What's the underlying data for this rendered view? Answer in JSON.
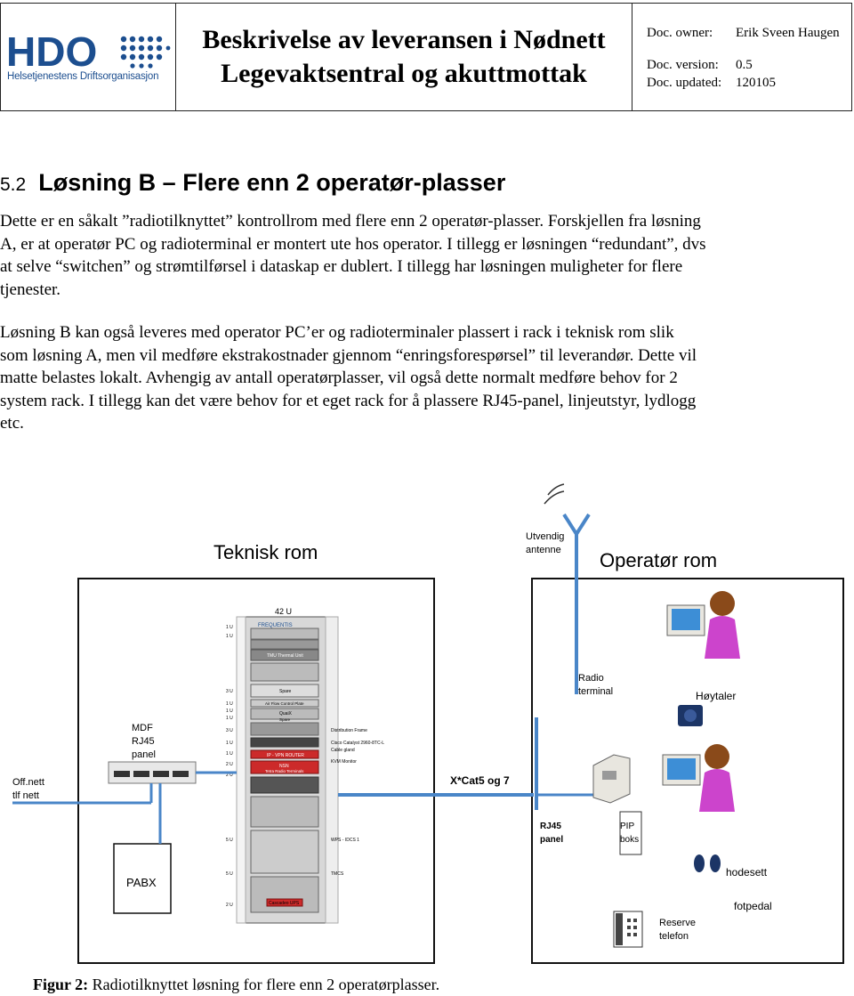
{
  "header": {
    "logo_text": "HDO",
    "logo_subtitle": "Helsetjenestens Driftsorganisasjon",
    "title_line1": "Beskrivelse av leveransen i Nødnett",
    "title_line2": "Legevaktsentral og akuttmottak",
    "owner_label": "Doc. owner:",
    "owner_value": "Erik Sveen Haugen",
    "version_label": "Doc. version:",
    "version_value": "0.5",
    "updated_label": "Doc. updated:",
    "updated_value": "120105"
  },
  "section": {
    "number": "5.2",
    "title": "Løsning B – Flere enn 2 operatør-plasser"
  },
  "paragraphs": {
    "p1_l1": "Dette er en såkalt ”radiotilknyttet” kontrollrom med flere enn 2 operatør-plasser. Forskjellen fra løsning",
    "p1_l2": "A, er at operatør PC og radioterminal er montert ute hos operator. I tillegg er løsningen “redundant”, dvs",
    "p1_l3": "at selve “switchen” og strømtilførsel i dataskap er dublert. I tillegg har løsningen muligheter for flere",
    "p1_l4": "tjenester.",
    "p2_l1": "Løsning B kan også leveres med operator PC’er og radioterminaler plassert i rack i teknisk rom slik",
    "p2_l2": "som løsning A, men vil medføre ekstrakostnader gjennom “enringsforespørsel” til leverandør. Dette vil",
    "p2_l3": "matte belastes lokalt. Avhengig av antall operatørplasser, vil også dette normalt medføre behov for 2",
    "p2_l4": "system rack. I tillegg kan det være behov for et eget rack for å plassere RJ45-panel, linjeutstyr, lydlogg",
    "p2_l5": "etc."
  },
  "figure": {
    "teknisk_rom": "Teknisk rom",
    "operator_rom": "Operatør rom",
    "antenna_line1": "Utvendig",
    "antenna_line2": "antenne",
    "rack_height": "42 U",
    "mdf_line1": "MDF",
    "mdf_line2": "RJ45",
    "mdf_line3": "panel",
    "offnett_line1": "Off.nett",
    "offnett_line2": "tlf nett",
    "pabx": "PABX",
    "cable": "X*Cat5 og 7",
    "radio_line1": "Radio",
    "radio_line2": "terminal",
    "hoyttaler": "Høytaler",
    "rj45_line1": "RJ45",
    "rj45_line2": "panel",
    "pip_line1": "PIP",
    "pip_line2": "boks",
    "hodesett": "hodesett",
    "fotpedal": "fotpedal",
    "reserve_line1": "Reserve",
    "reserve_line2": "telefon",
    "rack_labels": {
      "frequentis": "FREQUENTIS",
      "thermal": "TMU Thermal Unit",
      "spare": "Spare",
      "airflow": "Air Flow Control Plate",
      "quatix": "QuaiX",
      "spare2": "Spare",
      "distribution": "Distribution Frame",
      "cisco": "Cisco Catalyst 2960-8TC-L",
      "cable_gland": "Cable gland",
      "vpn": "IP - VPN ROUTER",
      "kvm": "KVM Monitor",
      "nsn": "NSN",
      "tetra": "Tetra Radio Terminals",
      "wps": "WPS - IDCS 1",
      "tmcs": "TMCS",
      "ups": "Cascadeo UPS"
    },
    "u_labels": [
      "1 U",
      "1 U",
      "3 U",
      "1 U",
      "1 U",
      "1 U",
      "3 U",
      "1 U",
      "1 U",
      "2 U",
      "2 U",
      "5 U",
      "5 U",
      "2 U"
    ]
  },
  "caption": {
    "label": "Figur 2:",
    "text": " Radiotilknyttet løsning for flere enn 2 operatørplasser."
  },
  "colors": {
    "logo_blue": "#1c4e8f",
    "line_blue": "#4a86c8",
    "rack_red": "#cc2a2a"
  }
}
